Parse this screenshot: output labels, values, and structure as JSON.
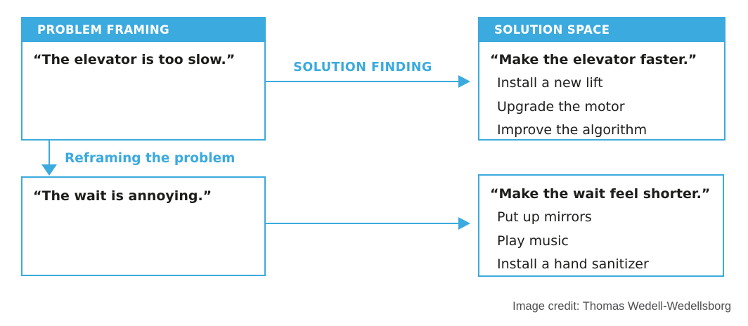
{
  "colors": {
    "accent": "#3BAADE",
    "text": "#1d1d1b",
    "header_text": "#ffffff",
    "credit_text": "#4d4f51"
  },
  "boxes": {
    "problem_framing": {
      "header": "PROBLEM FRAMING",
      "quote": "“The elevator is too slow.”"
    },
    "solution_space": {
      "header": "SOLUTION SPACE",
      "quote": "“Make the elevator faster.”",
      "items": [
        "Install a new lift",
        "Upgrade the motor",
        "Improve the algorithm"
      ]
    },
    "reframed_problem": {
      "quote": "“The wait is annoying.”"
    },
    "reframed_solution_space": {
      "quote": "“Make the wait feel shorter.”",
      "items": [
        "Put up mirrors",
        "Play music",
        "Install a hand sanitizer"
      ]
    }
  },
  "arrows": {
    "solution_finding": {
      "label": "SOLUTION FINDING",
      "direction": "right"
    },
    "reframing": {
      "label": "Reframing the problem",
      "direction": "down"
    },
    "reframed_solution_finding": {
      "label": "",
      "direction": "right"
    }
  },
  "credit": "Image credit: Thomas Wedell-Wedellsborg"
}
